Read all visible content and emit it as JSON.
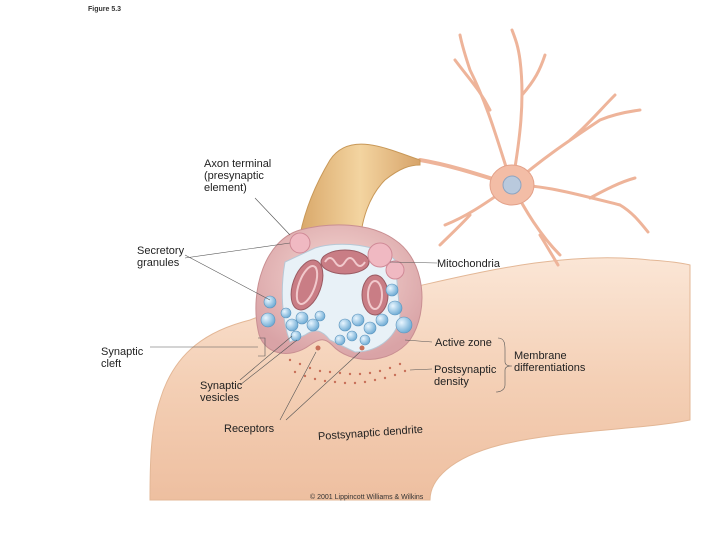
{
  "figure_label": "Figure 5.3",
  "labels": {
    "axon_terminal": [
      "Axon terminal",
      "(presynaptic",
      "element)"
    ],
    "secretory_granules": [
      "Secretory",
      "granules"
    ],
    "mitochondria": "Mitochondria",
    "synaptic_cleft": [
      "Synaptic",
      "cleft"
    ],
    "active_zone": "Active zone",
    "postsynaptic_density": [
      "Postsynaptic",
      "density"
    ],
    "membrane_differentiations": [
      "Membrane",
      "differentiations"
    ],
    "synaptic_vesicles": [
      "Synaptic",
      "vesicles"
    ],
    "receptors": "Receptors",
    "postsynaptic_dendrite": "Postsynaptic dendrite"
  },
  "copyright": "© 2001 Lippincott Williams & Wilkins",
  "colors": {
    "dendrite": "#f6d9c4",
    "neuron": "#f0b49a",
    "nucleus": "#b9c9dd",
    "axon": "#e9c28a",
    "terminal": "#e8b8b8",
    "mitochondria": "#c97d85",
    "vesicles": "#9cc7e3",
    "density": "#d27f63"
  }
}
